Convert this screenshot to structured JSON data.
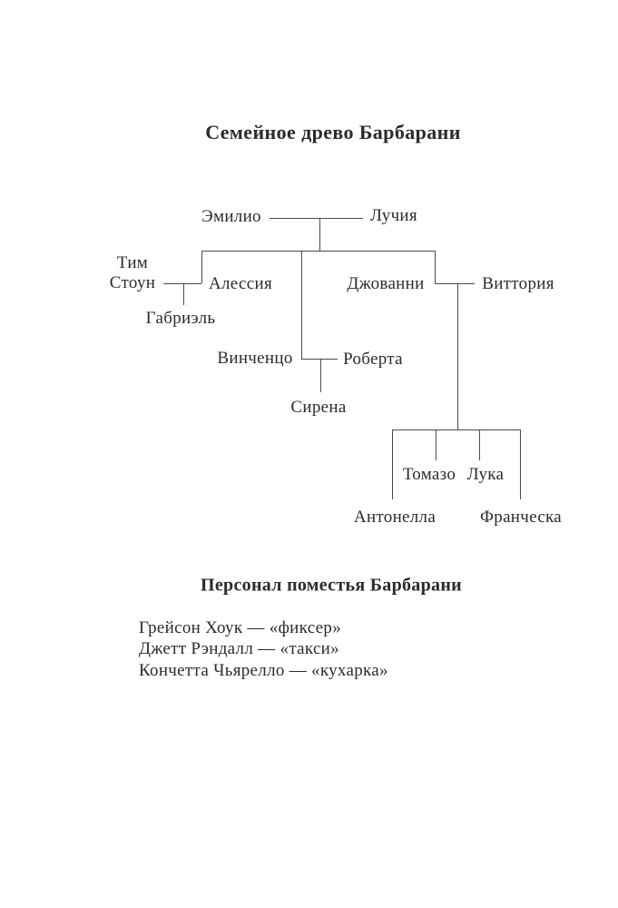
{
  "page": {
    "title": "Семейное древо Барбарани"
  },
  "tree": {
    "persons": {
      "emilio": "Эмилио",
      "luchiya": "Лучия",
      "tim_stoun": "Тим\nСтоун",
      "alessiya": "Алессия",
      "gabriel": "Габриэль",
      "dzhovanni": "Джованни",
      "vittoriya": "Виттория",
      "vinchentso": "Винченцо",
      "roberta": "Роберта",
      "sirena": "Сирена",
      "tomazo": "Томазо",
      "luka": "Лука",
      "antonella": "Антонелла",
      "francheska": "Франческа"
    }
  },
  "staff": {
    "title": "Персонал поместья Барбарани",
    "members": [
      "Грейсон Хоук — «фиксер»",
      "Джетт Рэндалл — «такси»",
      "Кончетта Чьярелло — «кухарка»"
    ]
  }
}
